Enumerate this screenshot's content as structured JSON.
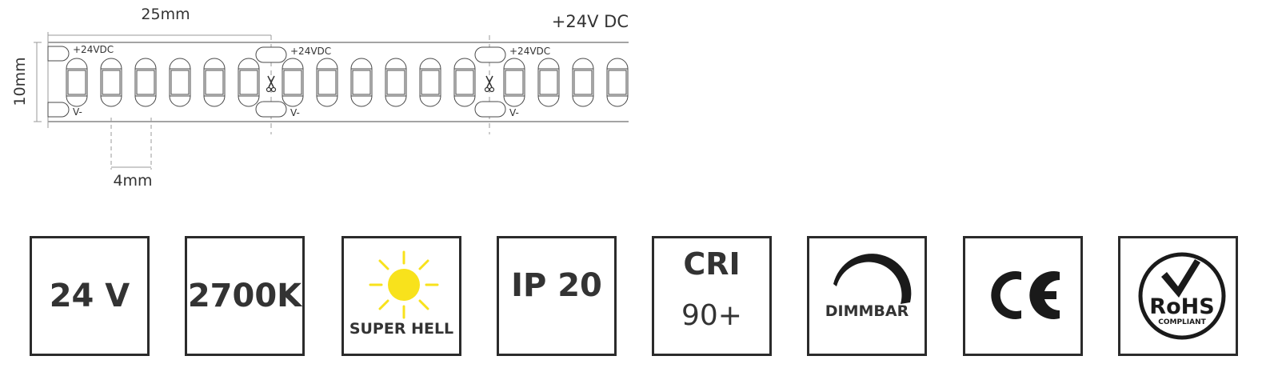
{
  "diagram": {
    "supply_label": "+24V DC",
    "width_dim": "25mm",
    "height_dim": "10mm",
    "pitch_dim": "4mm",
    "pad_plus": "+24VDC",
    "pad_minus": "V-"
  },
  "badges": {
    "voltage": "24 V",
    "color_temp": "2700K",
    "brightness": "SUPER HELL",
    "ip": "IP 20",
    "cri_label": "CRI",
    "cri_value": "90+",
    "dimmable": "DIMMBAR",
    "ce_mark": "CE",
    "rohs": "RoHS",
    "rohs_sub": "COMPLIANT"
  },
  "colors": {
    "sun": "#f8e21c",
    "ink": "#333333"
  }
}
